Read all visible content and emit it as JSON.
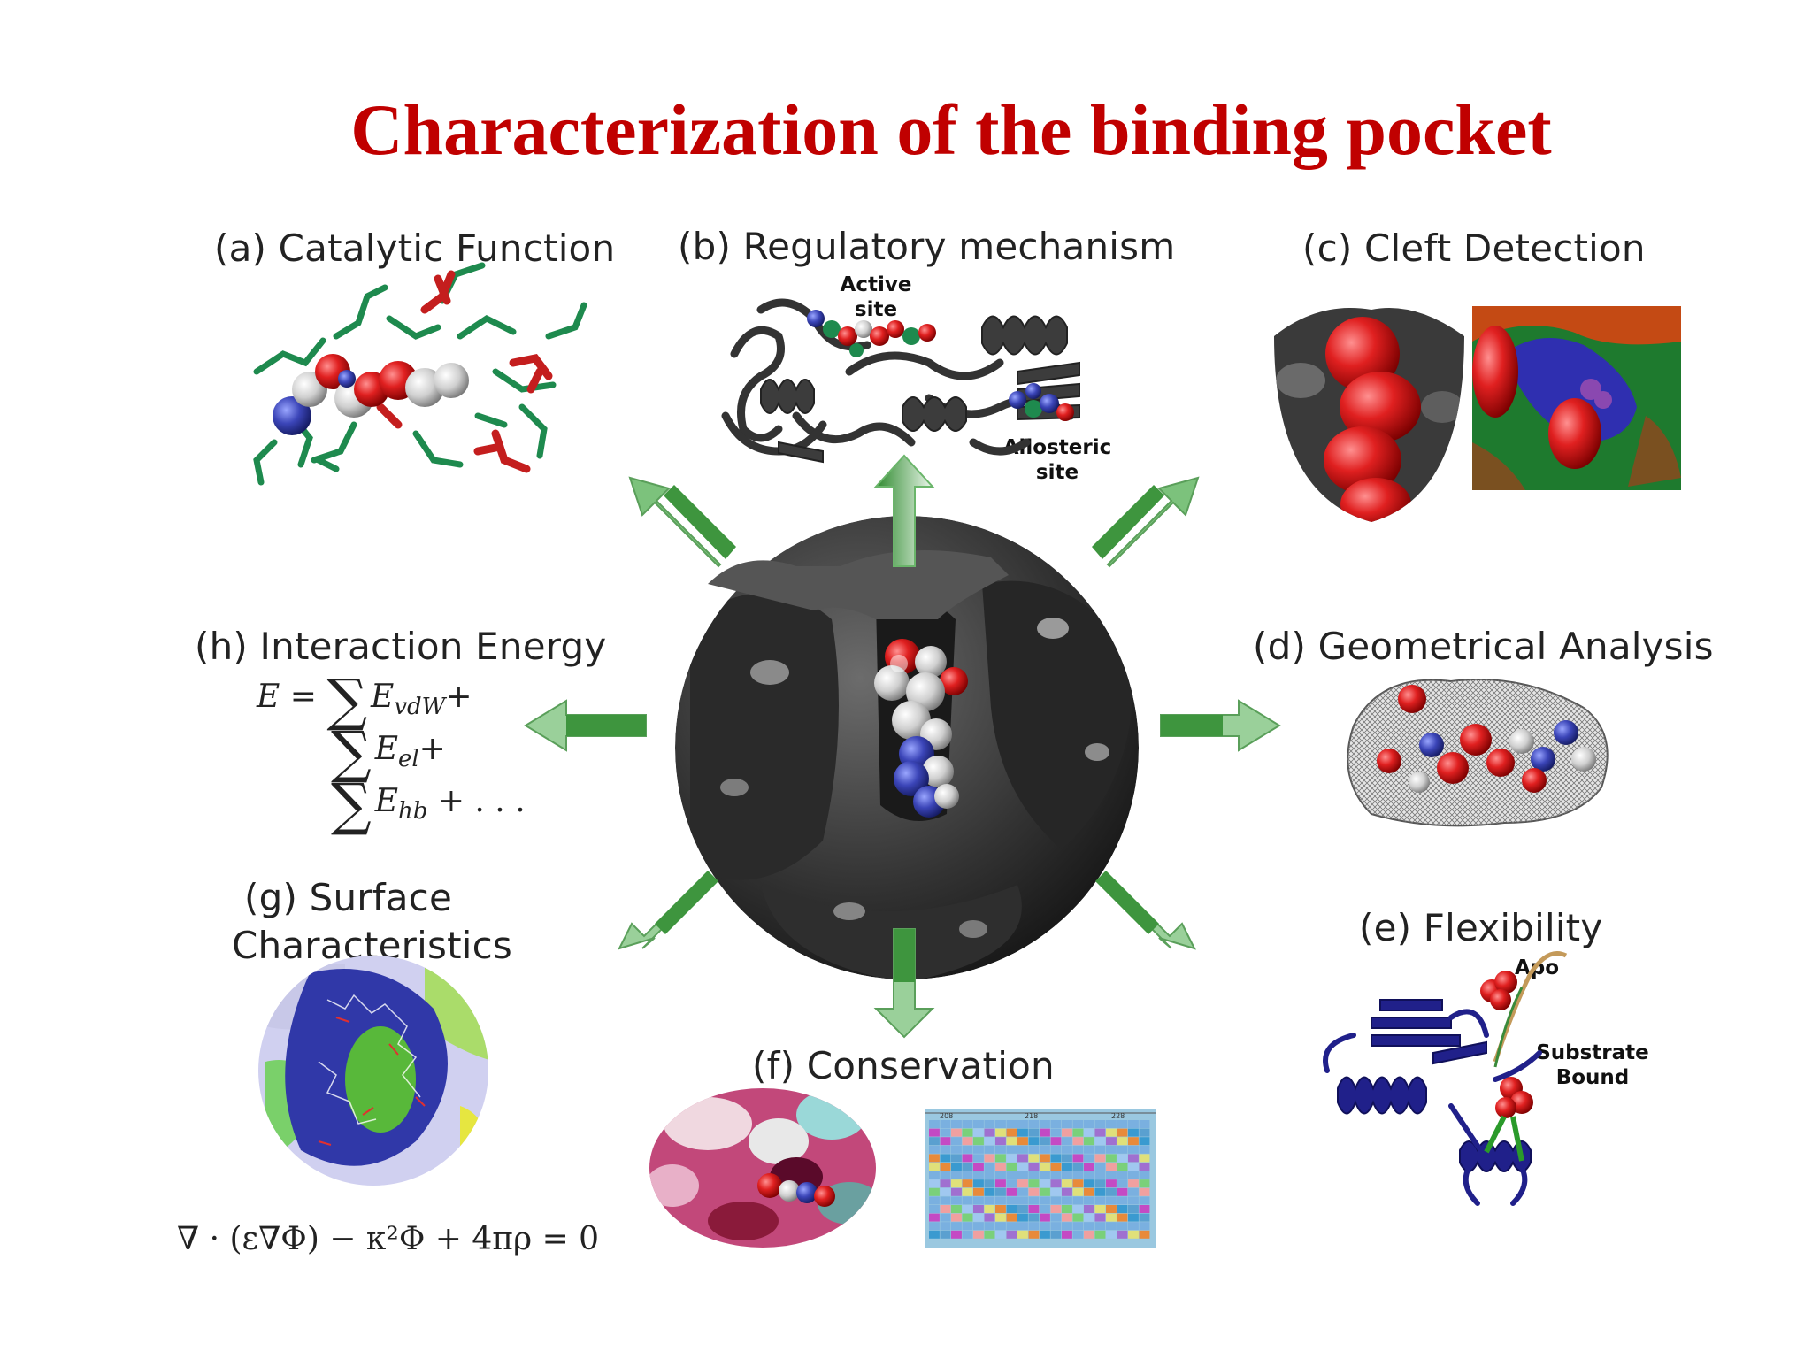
{
  "title": "Characterization of the binding pocket",
  "panels": {
    "a": "(a) Catalytic Function",
    "b": "(b) Regulatory mechanism",
    "c": "(c) Cleft Detection",
    "d": "(d) Geometrical Analysis",
    "e": "(e) Flexibility",
    "f": "(f) Conservation",
    "g1": "(g) Surface",
    "g2": "Characteristics",
    "h": "(h) Interaction Energy"
  },
  "annotations": {
    "active1": "Active",
    "active2": "site",
    "allosteric1": "Allosteric",
    "allosteric2": "site",
    "apo": "Apo",
    "substrate1": "Substrate",
    "substrate2": "Bound"
  },
  "equations": {
    "e_lhs": "E",
    "eq": "=",
    "sum": "∑",
    "t1": "E",
    "t1_sub": "vdW",
    "t1_tail": "+",
    "t2": "E",
    "t2_sub": "el",
    "t2_tail": "+",
    "t3": "E",
    "t3_sub": "hb",
    "t3_tail": "+ . . .",
    "poisson": "∇ · (ε∇Φ) − κ²Φ + 4πρ = 0"
  },
  "alignment_ticks": [
    "208",
    "218",
    "228"
  ],
  "colors": {
    "title": "#c00000",
    "arrow": "#3f9a3f",
    "protein_grey": "#3a3a3a",
    "ligand_red": "#d42020",
    "ligand_blue": "#3b45a8"
  }
}
